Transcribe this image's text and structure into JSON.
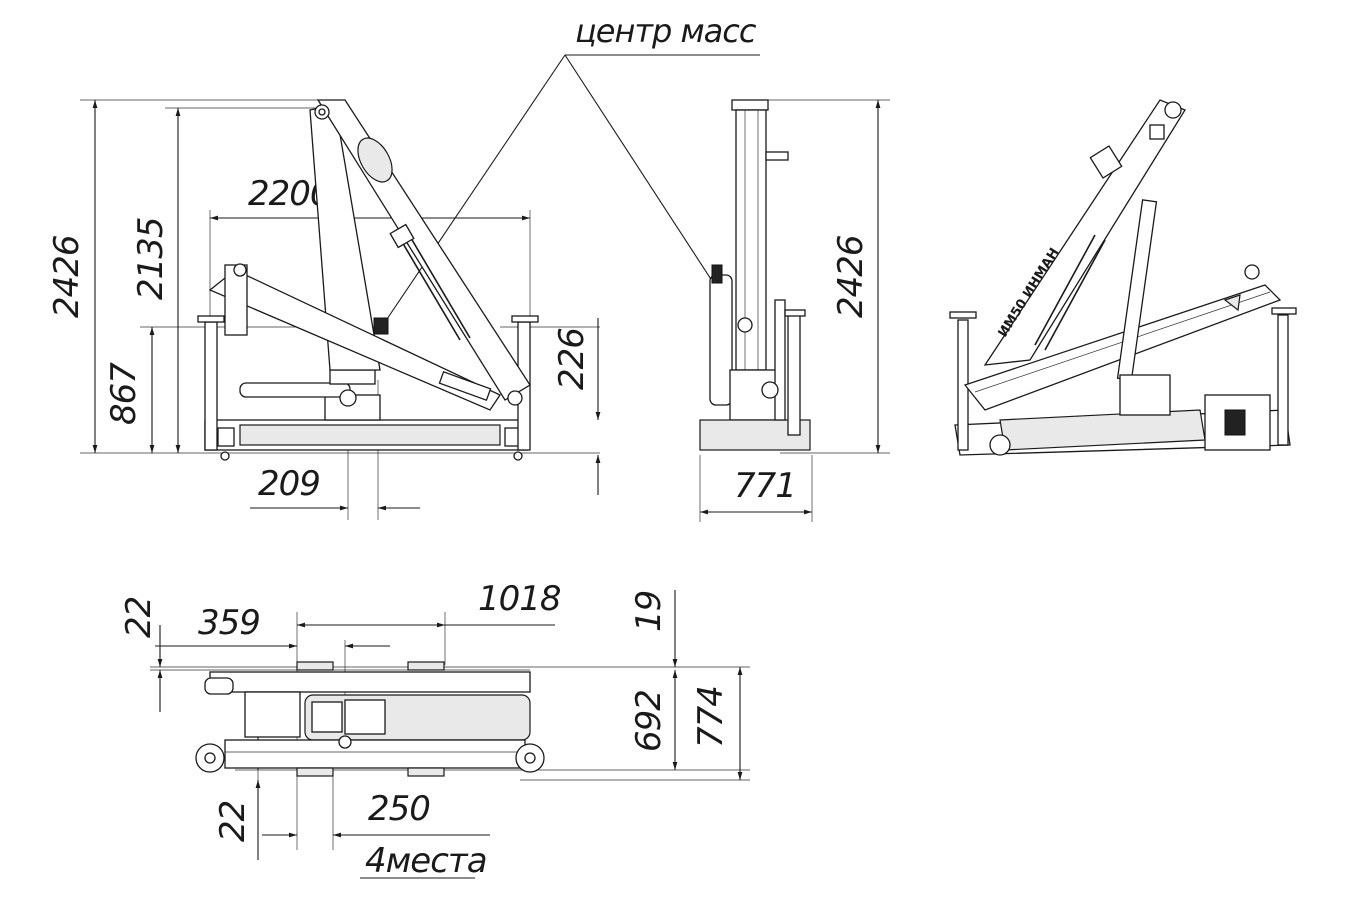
{
  "labels": {
    "center_of_mass": "центр масс",
    "places": "4места"
  },
  "side_view": {
    "height_total": "2426",
    "height_hook": "2135",
    "height_column": "867",
    "reach": "2200",
    "support_height": "226",
    "offset": "209"
  },
  "front_view": {
    "height_total": "2426",
    "width": "771"
  },
  "iso_view": {
    "model_text": "ИМ50 ИНМАН"
  },
  "top_view": {
    "dim_359": "359",
    "dim_1018": "1018",
    "dim_22_top": "22",
    "dim_19": "19",
    "dim_692": "692",
    "dim_774": "774",
    "dim_22_bottom": "22",
    "dim_250": "250"
  }
}
